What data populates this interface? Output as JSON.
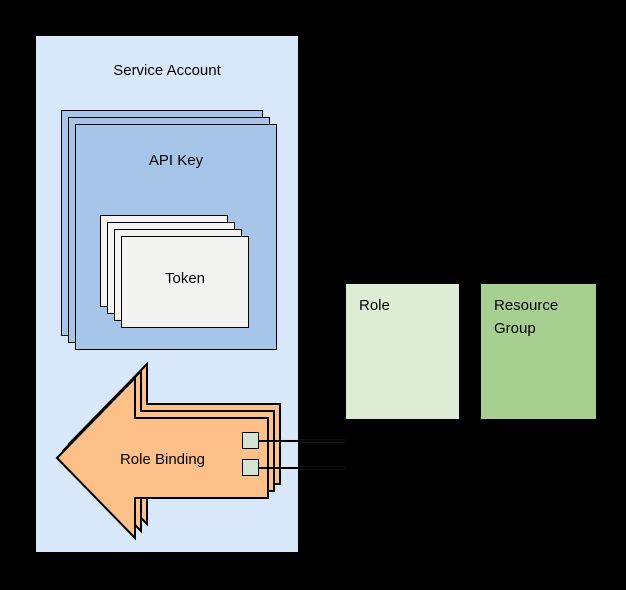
{
  "diagram": {
    "background_color": "#000000",
    "connector_color": "#000000",
    "nodes": {
      "service_account": {
        "label": "Service Account",
        "fill": "#d9e7fa",
        "type": "container"
      },
      "api_key": {
        "label": "API Key",
        "fill": "#a7c5e8",
        "stack_count": 3
      },
      "token": {
        "label": "Token",
        "fill": "#f3f4f2",
        "stack_count": 4
      },
      "role_binding": {
        "label": "Role Binding",
        "fill": "#fcc088",
        "stack_count": 3,
        "port_fill": "#d5e3d3",
        "port_count": 2
      },
      "role": {
        "label": "Role",
        "fill": "#dcecd5"
      },
      "resource_group": {
        "label": "Resource Group",
        "fill": "#a7cf8f"
      }
    },
    "connections": [
      {
        "from": "role_binding",
        "toward": "role"
      },
      {
        "from": "role_binding",
        "toward": "resource_group"
      }
    ]
  }
}
